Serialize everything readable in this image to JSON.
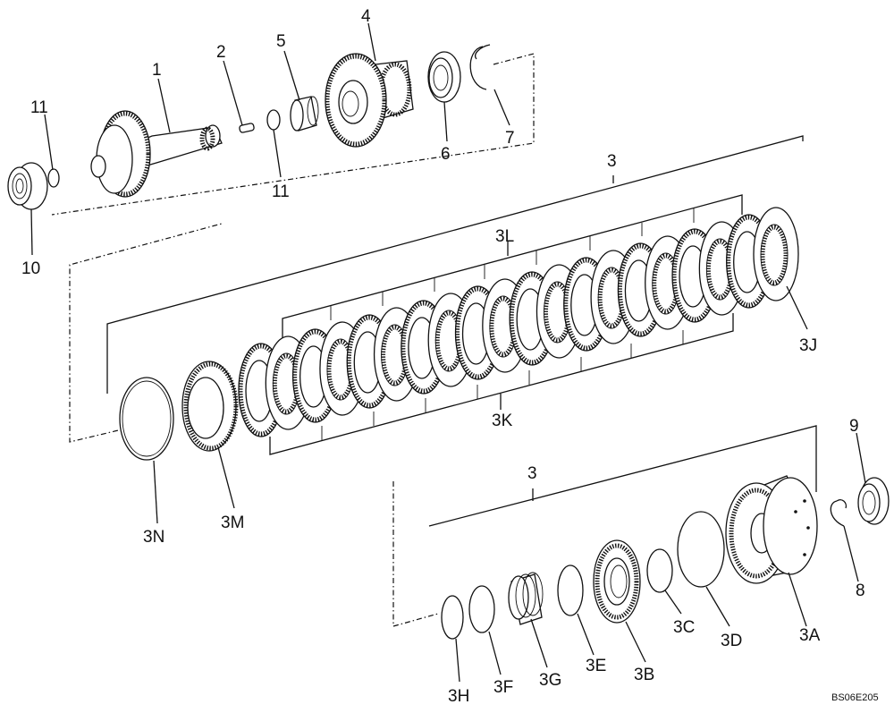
{
  "callouts": {
    "c1": "1",
    "c2": "2",
    "c3a": "3",
    "c3b": "3",
    "c4": "4",
    "c5": "5",
    "c6": "6",
    "c7": "7",
    "c8": "8",
    "c9": "9",
    "c10": "10",
    "c11a": "11",
    "c11b": "11",
    "c3A": "3A",
    "c3B": "3B",
    "c3C": "3C",
    "c3D": "3D",
    "c3E": "3E",
    "c3F": "3F",
    "c3G": "3G",
    "c3H": "3H",
    "c3J": "3J",
    "c3K": "3K",
    "c3L": "3L",
    "c3M": "3M",
    "c3N": "3N"
  },
  "drawing_code": "BS06E205"
}
